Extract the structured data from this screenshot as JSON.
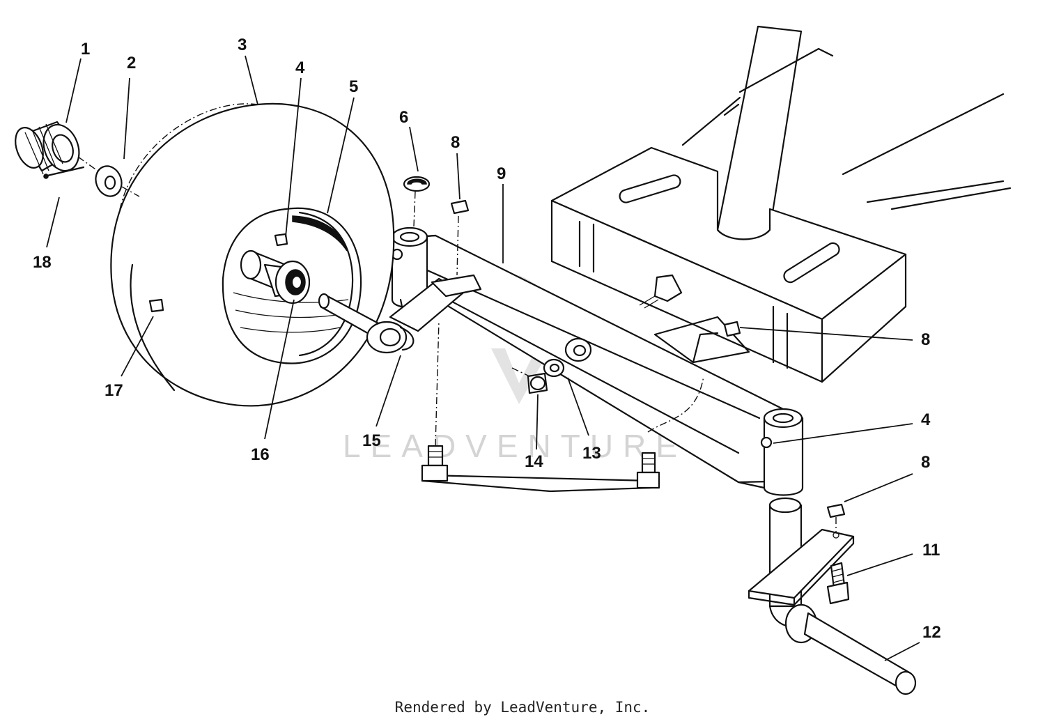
{
  "diagram": {
    "callouts": [
      "1",
      "2",
      "3",
      "4",
      "5",
      "6",
      "8",
      "9",
      "18",
      "17",
      "16",
      "15",
      "14",
      "13",
      "8",
      "4",
      "8",
      "11",
      "12"
    ],
    "watermark": "LEADVENTURE"
  },
  "footer": {
    "credit": "Rendered by LeadVenture, Inc."
  }
}
